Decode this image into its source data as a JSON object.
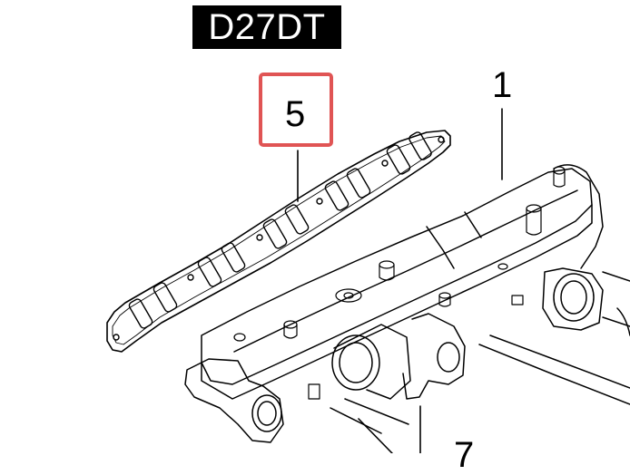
{
  "header": {
    "engine_code": "D27DT"
  },
  "callouts": [
    {
      "id": "5",
      "label": "5",
      "highlighted": true
    },
    {
      "id": "1",
      "label": "1",
      "highlighted": false
    },
    {
      "id": "7",
      "label": "7",
      "highlighted": false
    }
  ],
  "colors": {
    "highlight": "#e05454",
    "line": "#000000",
    "tag_bg": "#000000",
    "tag_text": "#ffffff"
  }
}
